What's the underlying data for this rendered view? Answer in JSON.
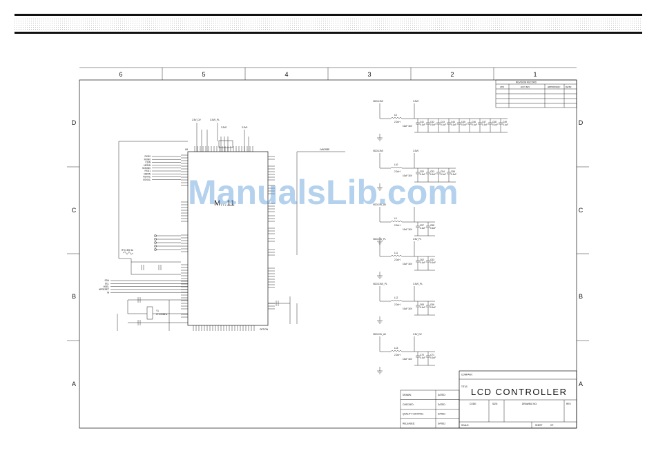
{
  "grid": {
    "columns": [
      "6",
      "5",
      "4",
      "3",
      "2",
      "1"
    ],
    "rows": [
      "D",
      "C",
      "B",
      "A"
    ]
  },
  "revision": {
    "heading": "REVISION RECORD",
    "ltr": "LTR",
    "eco_no": "ECO NO:",
    "approved": "APPROVED:",
    "date": "DATE:"
  },
  "title_block": {
    "company_label": "COMPANY:",
    "title_label": "TITLE:",
    "title": "LCD CONTROLLER",
    "code_label": "CODE:",
    "size_label": "SIZE:",
    "drawing_no_label": "DRAWING NO:",
    "rev_label": "REV:",
    "scale_label": "SCALE:",
    "sheet_label": "SHEET",
    "of_label": "OF",
    "approvals": [
      {
        "role": "DRAWN:",
        "date": "DATED:"
      },
      {
        "role": "CHECKED:",
        "date": "DATED:"
      },
      {
        "role": "QUALITY CONTROL:",
        "date": "DATED:"
      },
      {
        "role": "RELEASED:",
        "date": "DATED:"
      }
    ]
  },
  "ic": {
    "ref": "U8",
    "name": "M...11",
    "bottom_label": "OPTION"
  },
  "left_signals": [
    "RXD0",
    "RXIN0",
    "CSIN",
    "HRSIN",
    "SOGIN0",
    "RXD1",
    "CBRIN",
    "VSYNC",
    "VSYNC"
  ],
  "pull_labels": [
    "RTC 390 1k"
  ],
  "gpio_labels": [
    "SDA",
    "SCL",
    "HSEL",
    "HPRESET",
    "IN"
  ],
  "crystal": {
    "ref": "Y1",
    "value": "27.000MHz"
  },
  "power_nets": [
    "2.5V_DV",
    "3.3V0_PL",
    "3.3V0",
    "3.3V0"
  ],
  "lvds_label": "LVADSBE",
  "regulators": [
    {
      "in": "VDD3.3V0",
      "out": "3.3V0",
      "inductor": "L8",
      "ind_value": "2.2uH",
      "bulk": "10uF 16V",
      "caps": [
        "C41",
        "C42",
        "C43",
        "C44",
        "C45",
        "C46",
        "C47",
        "C48",
        "C49"
      ],
      "cap_value": "0.1uF"
    },
    {
      "in": "VDD3.3V0",
      "out": "3.3V0",
      "inductor": "L10",
      "ind_value": "2.2uH",
      "bulk": "10uF 16V",
      "caps": [
        "C52",
        "C53",
        "C54",
        "C55"
      ],
      "cap_value": "0.1uF"
    },
    {
      "in": "VDD2.5V_AV",
      "out": "",
      "inductor": "L9",
      "ind_value": "2.2uH",
      "bulk": "10uF 16V",
      "caps": [
        "C57",
        "C58"
      ],
      "cap_value": "0.1uF"
    },
    {
      "in": "VDD2.5V_PL",
      "out": "2.5V_PL",
      "inductor": "L11",
      "ind_value": "2.2uH",
      "bulk": "10uF 16V",
      "caps": [
        "C62",
        "C63"
      ],
      "cap_value": "0.1uF"
    },
    {
      "in": "VDD3.3V0_PL",
      "out": "3.3V0_PL",
      "inductor": "L12",
      "ind_value": "2.2uH",
      "bulk": "10uF 16V",
      "caps": [
        "C65",
        "C66"
      ],
      "cap_value": "0.1uF"
    },
    {
      "in": "VDD2.5V_AV",
      "out": "2.5V_DV",
      "inductor": "L13",
      "ind_value": "2.2uH",
      "bulk": "10uF 16V",
      "caps": [
        "C70",
        "C71"
      ],
      "cap_value": "0.1uF"
    }
  ],
  "watermark": "ManualsLib.com"
}
